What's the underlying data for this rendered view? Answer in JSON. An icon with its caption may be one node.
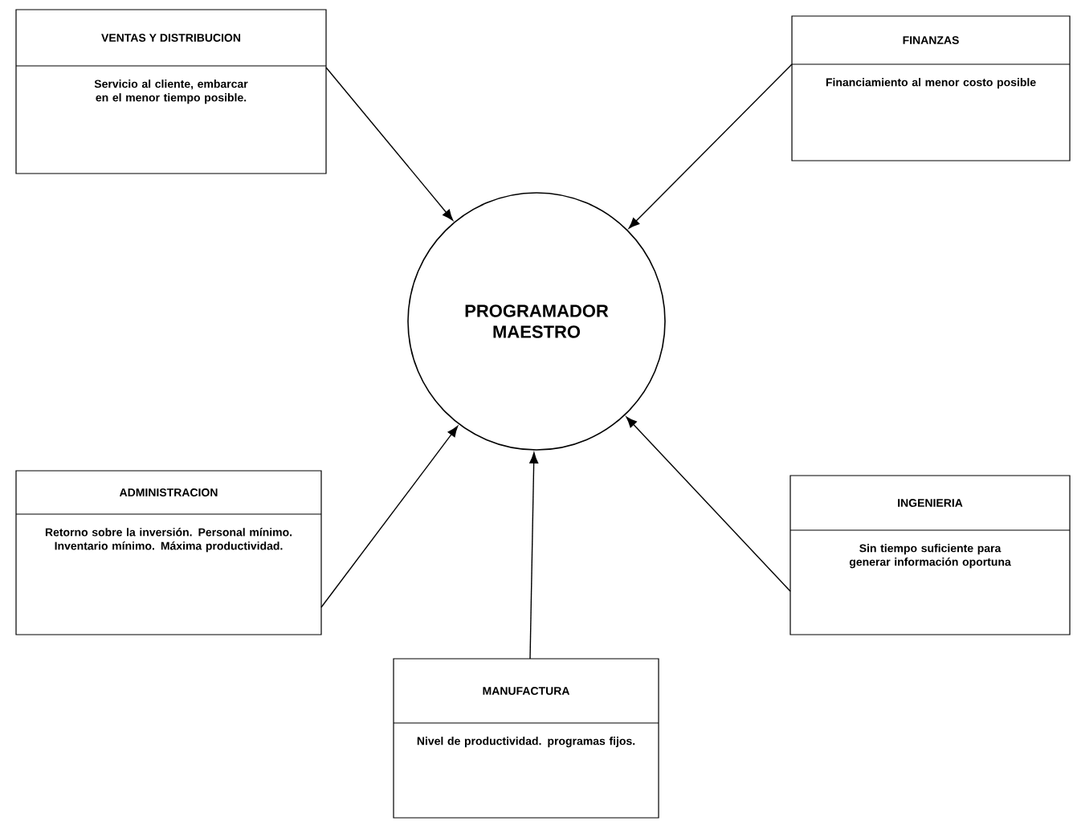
{
  "diagram": {
    "nodes": [
      {
        "text": [
          "VENTAS Y DISTRIBUCION",
          "Servicio al cliente, embarcar en el menor tiempo posible."
        ]
      },
      {
        "text": [
          "FINANZAS",
          "Financiamiento al menor costo posible"
        ]
      },
      {
        "text": [
          "PROGRAMADOR MAESTRO"
        ]
      },
      {
        "text": [
          "ADMINISTRACION",
          "Retorno sobre la inversión. Personal mínimo. Inventario mínimo. Máxima productividad."
        ]
      },
      {
        "text": [
          "INGENIERIA",
          "Sin tiempo suficiente para generar información oportuna"
        ]
      },
      {
        "text": [
          "MANUFACTURA",
          "Nivel de productividad. programas fijos."
        ]
      }
    ],
    "edges": [
      {
        "from": 0,
        "to": 2,
        "arrow": "to"
      },
      {
        "from": 1,
        "to": 2,
        "arrow": "to"
      },
      {
        "from": 3,
        "to": 2,
        "arrow": "to"
      },
      {
        "from": 4,
        "to": 2,
        "arrow": "to"
      },
      {
        "from": 5,
        "to": 2,
        "arrow": "to"
      }
    ]
  }
}
